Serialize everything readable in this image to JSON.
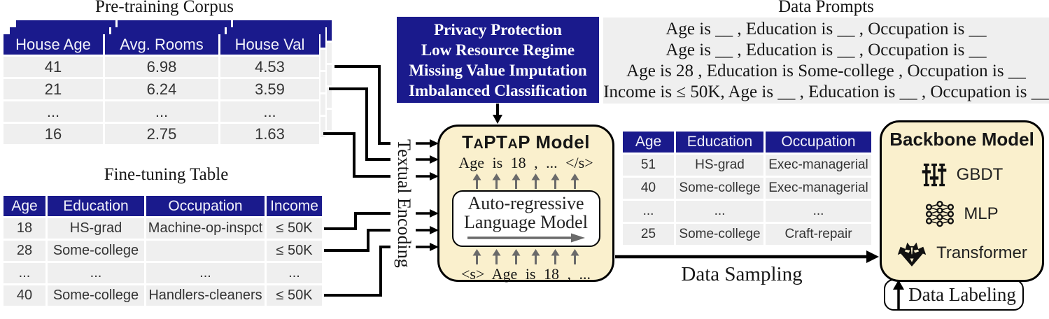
{
  "pretrain": {
    "title": "Pre-training Corpus",
    "columns": [
      "House Age",
      "Avg. Rooms",
      "House Val"
    ],
    "rows": [
      [
        "41",
        "6.98",
        "4.53"
      ],
      [
        "21",
        "6.24",
        "3.59"
      ],
      [
        "...",
        "...",
        "..."
      ],
      [
        "16",
        "2.75",
        "1.63"
      ]
    ]
  },
  "finetune": {
    "title": "Fine-tuning Table",
    "columns": [
      "Age",
      "Education",
      "Occupation",
      "Income"
    ],
    "rows": [
      [
        "18",
        "HS-grad",
        "Machine-op-inspct",
        "≤ 50K"
      ],
      [
        "28",
        "Some-college",
        "",
        "≤ 50K"
      ],
      [
        "...",
        "...",
        "...",
        "..."
      ],
      [
        "40",
        "Some-college",
        "Handlers-cleaners",
        "≤ 50K"
      ]
    ]
  },
  "applications": {
    "lines": [
      "Privacy Protection",
      "Low Resource Regime",
      "Missing Value Imputation",
      "Imbalanced Classification"
    ]
  },
  "prompts": {
    "title": "Data Prompts",
    "lines": [
      "Age is __ , Education is __ , Occupation is __",
      "Age is __ , Education is __ , Occupation is __",
      "Age is 28 , Education is Some-college , Occupation is __",
      "Income is ≤ 50K, Age is __ , Education is __ , Occupation is __"
    ]
  },
  "taptap": {
    "title_parts": [
      {
        "text": "T",
        "small": false
      },
      {
        "text": "A",
        "small": true
      },
      {
        "text": "PT",
        "small": false
      },
      {
        "text": "A",
        "small": true
      },
      {
        "text": "P",
        "small": false
      },
      {
        "text": " Model",
        "small": false
      }
    ],
    "output_seq": "Age is 18 , ... </s>",
    "inner_line1": "Auto-regressive",
    "inner_line2": "Language Model",
    "input_seq": "<s> Age is 18 , ..."
  },
  "textual_encoding_label": "Textual Encoding",
  "generated": {
    "columns": [
      "Age",
      "Education",
      "Occupation"
    ],
    "rows": [
      [
        "51",
        "HS-grad",
        "Exec-managerial"
      ],
      [
        "40",
        "Some-college",
        "Exec-managerial"
      ],
      [
        "...",
        "...",
        "..."
      ],
      [
        "25",
        "Some-college",
        "Craft-repair"
      ]
    ]
  },
  "data_sampling_label": "Data Sampling",
  "backbone": {
    "title": "Backbone Model",
    "items": [
      {
        "icon": "sliders-icon",
        "label": "GBDT"
      },
      {
        "icon": "network-icon",
        "label": "MLP"
      },
      {
        "icon": "decepticon-icon",
        "label": "Transformer"
      }
    ]
  },
  "data_labeling_label": "Data Labeling",
  "colors": {
    "navy": "#1a1a8c",
    "cream": "#faf0cd",
    "row_gray": "#efefef",
    "arrow_gray": "#6a6a6a"
  }
}
